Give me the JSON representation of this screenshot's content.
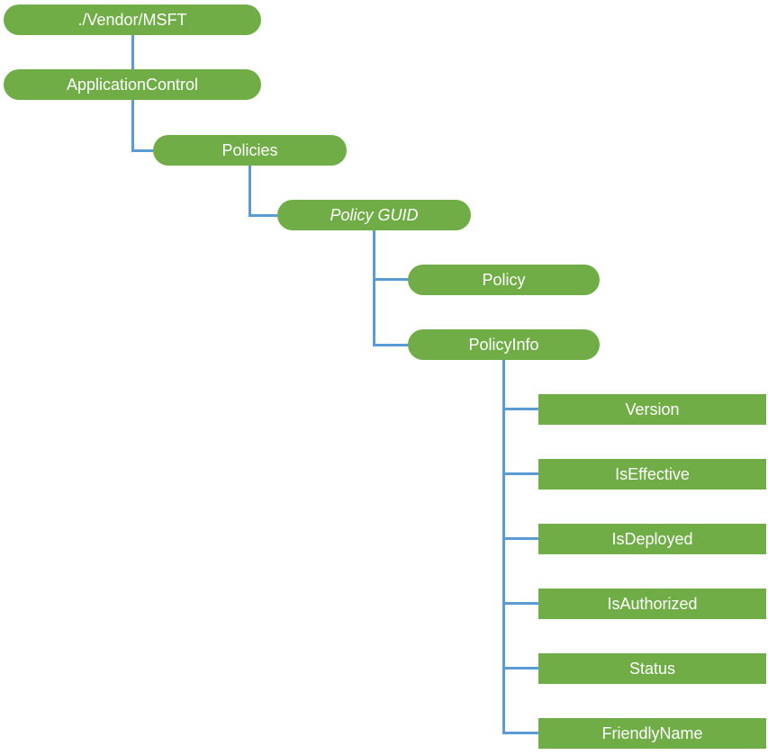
{
  "diagram": {
    "type": "tree",
    "description": "ApplicationControl CSP node hierarchy",
    "colors": {
      "node_fill": "#70AD47",
      "node_text": "#FFFFFF",
      "connector": "#5B9BD5"
    },
    "nodes": {
      "root": "./Vendor/MSFT",
      "application_control": "ApplicationControl",
      "policies": "Policies",
      "policy_guid": "Policy GUID",
      "policy": "Policy",
      "policy_info": "PolicyInfo",
      "policy_info_children": [
        "Version",
        "IsEffective",
        "IsDeployed",
        "IsAuthorized",
        "Status",
        "FriendlyName"
      ]
    }
  }
}
